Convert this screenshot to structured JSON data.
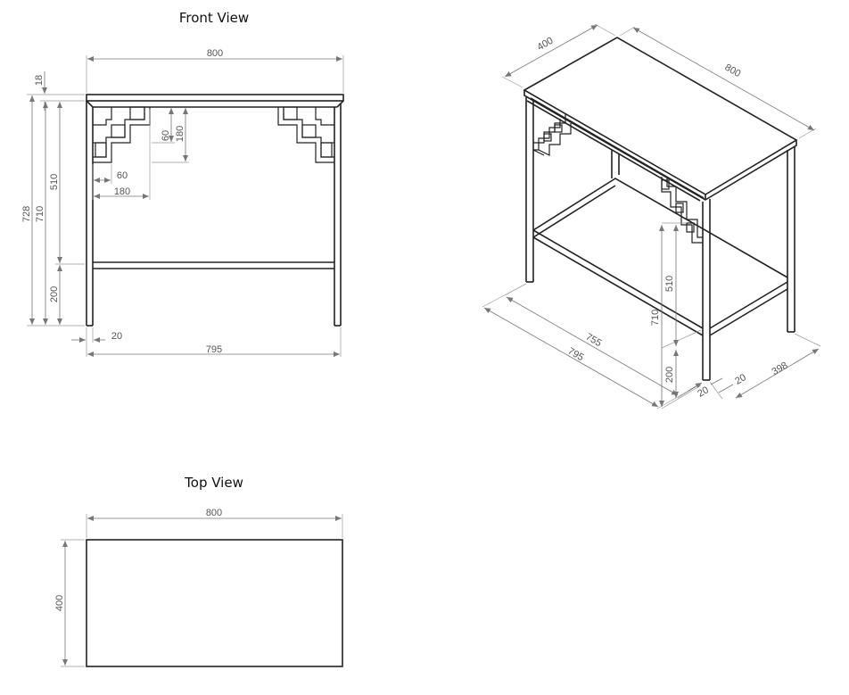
{
  "views": {
    "front_title": "Front View",
    "top_title": "Top View"
  },
  "front_dims": {
    "width_top": "800",
    "top_thickness": "18",
    "total_height": "728",
    "leg_height": "710",
    "upper_section": "510",
    "lower_section": "200",
    "fret_inner": "60",
    "fret_outer": "180",
    "fret_h_inner": "60",
    "fret_h_outer": "180",
    "leg_width": "20",
    "frame_width": "795"
  },
  "top_dims": {
    "width": "800",
    "depth": "400"
  },
  "iso_dims": {
    "depth": "400",
    "width": "800",
    "inner_length": "755",
    "outer_length": "795",
    "upper_section": "510",
    "leg_height": "710",
    "lower_section": "200",
    "leg_a": "20",
    "leg_b": "20",
    "frame_depth": "398"
  },
  "colors": {
    "line": "#222222",
    "dimension": "#777777",
    "background": "#ffffff"
  }
}
